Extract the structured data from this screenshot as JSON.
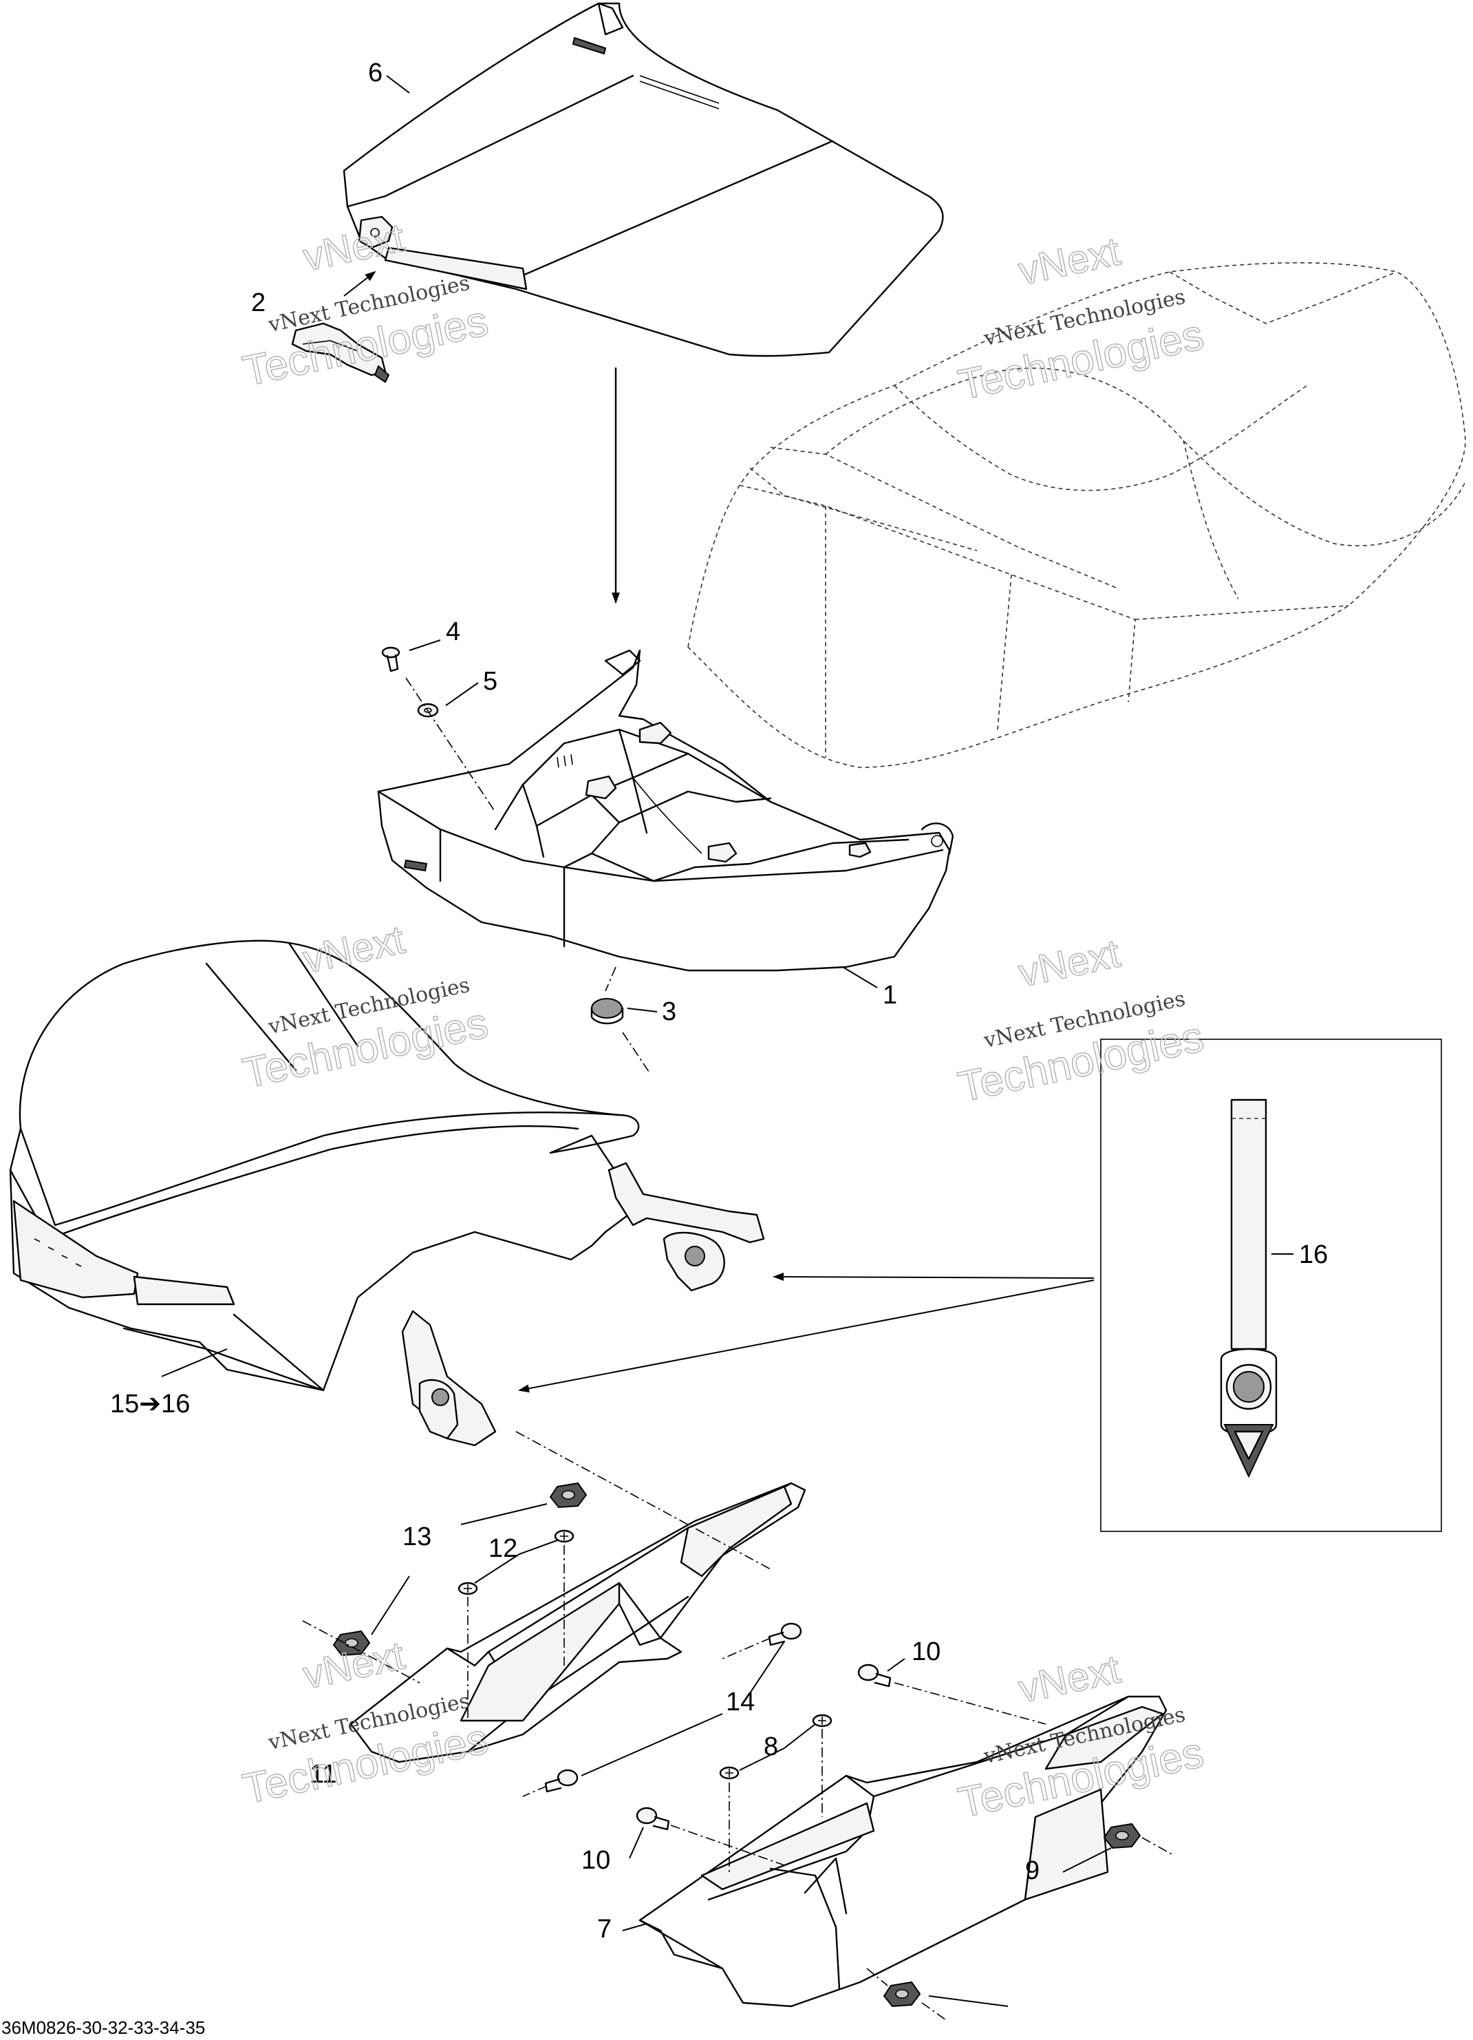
{
  "figure_code": "36M0826-30-32-33-34-35",
  "watermark": {
    "line1": "vNext",
    "line2": "vNext Technologies",
    "line3": "Technologies"
  },
  "callouts": {
    "c1": "1",
    "c2": "2",
    "c3": "3",
    "c4": "4",
    "c5": "5",
    "c6": "6",
    "c7": "7",
    "c8": "8",
    "c9": "9",
    "c10a": "10",
    "c10b": "10",
    "c11": "11",
    "c12": "12",
    "c13": "13",
    "c14": "14",
    "c15_16": "15➔16",
    "c16": "16"
  }
}
